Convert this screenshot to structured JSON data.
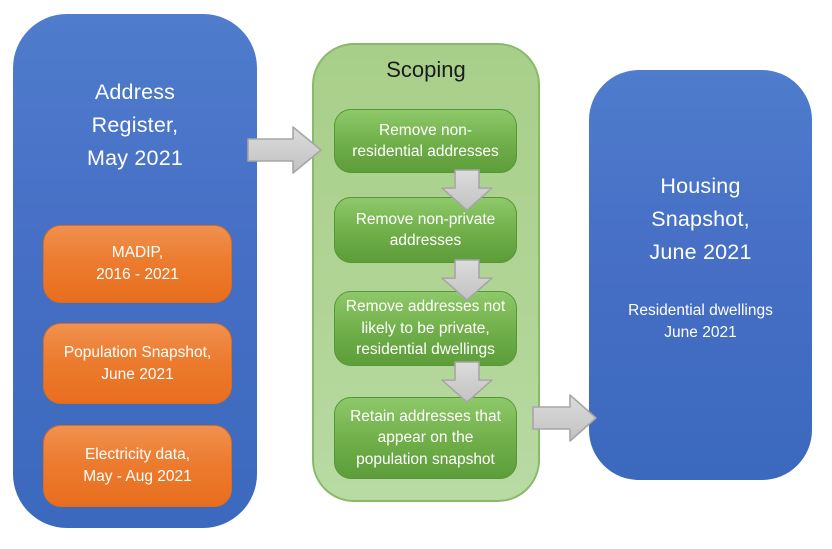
{
  "diagram": {
    "colors": {
      "blue_box": "#4472C4",
      "orange_pill": "#ED7D31",
      "green_step": "#70AD47",
      "green_panel": "#A9D18E",
      "arrow_gray": "#CDCDCD",
      "arrow_border": "#A6A6A6",
      "light_text": "#FFFFFF",
      "dark_text": "#1B1B1B"
    },
    "address_register": {
      "title_lines": [
        "Address",
        "Register,",
        "May 2021"
      ],
      "sources": [
        {
          "lines": [
            "MADIP,",
            "2016 - 2021"
          ]
        },
        {
          "lines": [
            "Population Snapshot,",
            "June 2021"
          ]
        },
        {
          "lines": [
            "Electricity data,",
            "May - Aug 2021"
          ]
        }
      ]
    },
    "scoping": {
      "title": "Scoping",
      "steps": [
        {
          "lines": [
            "Remove non-",
            "residential addresses"
          ]
        },
        {
          "lines": [
            "Remove non-private",
            "addresses"
          ]
        },
        {
          "lines": [
            "Remove addresses not",
            "likely to be private,",
            "residential dwellings"
          ]
        },
        {
          "lines": [
            "Retain addresses that",
            "appear on the",
            "population snapshot"
          ]
        }
      ]
    },
    "housing_snapshot": {
      "title_lines": [
        "Housing",
        "Snapshot,",
        "June 2021"
      ],
      "subtitle_lines": [
        "Residential dwellings",
        "June 2021"
      ]
    }
  }
}
